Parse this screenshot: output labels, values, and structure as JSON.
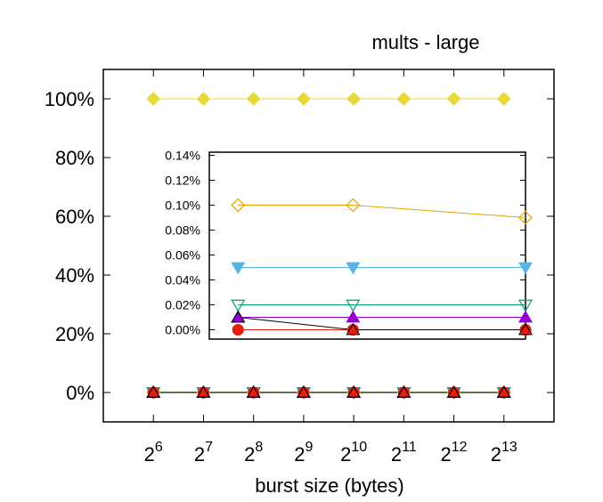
{
  "chart_data": [
    {
      "type": "line",
      "title": "mults - large",
      "xlabel": "burst size (bytes)",
      "ylabel": "",
      "x_scale": "log2",
      "x_tick_labels": [
        {
          "base": "2",
          "exp": "6"
        },
        {
          "base": "2",
          "exp": "7"
        },
        {
          "base": "2",
          "exp": "8"
        },
        {
          "base": "2",
          "exp": "9"
        },
        {
          "base": "2",
          "exp": "10"
        },
        {
          "base": "2",
          "exp": "11"
        },
        {
          "base": "2",
          "exp": "12"
        },
        {
          "base": "2",
          "exp": "13"
        }
      ],
      "x": [
        64,
        128,
        256,
        512,
        1024,
        2048,
        4096,
        8192
      ],
      "xlim": [
        32,
        16384
      ],
      "ylim": [
        -10,
        110
      ],
      "y_ticks": [
        0,
        20,
        40,
        60,
        80,
        100
      ],
      "y_tick_labels": [
        "0%",
        "20%",
        "40%",
        "60%",
        "80%",
        "100%"
      ],
      "grid": false,
      "legend": "none",
      "series": [
        {
          "color": "#e8d83a",
          "marker": "diamond-filled",
          "values": [
            100,
            100,
            100,
            100,
            100,
            100,
            100,
            100
          ]
        },
        {
          "color": "#e69f00",
          "marker": "diamond-open",
          "values": [
            0.1,
            0.1,
            0.1,
            0.1,
            0.1,
            0.1,
            0.1,
            0.09
          ]
        },
        {
          "color": "#56b4e9",
          "marker": "triangle-down-filled",
          "values": [
            0.05,
            0.05,
            0.05,
            0.05,
            0.05,
            0.05,
            0.05,
            0.05
          ]
        },
        {
          "color": "#009e73",
          "marker": "triangle-down-open",
          "values": [
            0.02,
            0.02,
            0.02,
            0.02,
            0.02,
            0.02,
            0.02,
            0.02
          ]
        },
        {
          "color": "#9400d3",
          "marker": "triangle-up-filled",
          "values": [
            0.01,
            0.01,
            0.01,
            0.01,
            0.01,
            0.01,
            0.01,
            0.01
          ]
        },
        {
          "color": "#e51e10",
          "marker": "circle-filled",
          "values": [
            0,
            0,
            0,
            0,
            0,
            0,
            0,
            0
          ]
        },
        {
          "color": "#000000",
          "marker": "triangle-up-open",
          "values": [
            0.01,
            0.005,
            0,
            0,
            0,
            0,
            0,
            0
          ]
        }
      ]
    },
    {
      "type": "line",
      "inset": true,
      "title": "",
      "xlabel": "",
      "ylabel": "",
      "x_scale": "log2",
      "x_tick_labels": [],
      "x": [
        256,
        1024,
        8192
      ],
      "xlim": [
        181,
        8192
      ],
      "ylim": [
        -0.0075,
        0.1425
      ],
      "y_ticks": [
        0,
        0.02,
        0.04,
        0.06,
        0.08,
        0.1,
        0.12,
        0.14
      ],
      "y_tick_labels": [
        "0.00%",
        "0.02%",
        "0.04%",
        "0.06%",
        "0.08%",
        "0.10%",
        "0.12%",
        "0.14%"
      ],
      "grid": false,
      "legend": "none",
      "series": [
        {
          "color": "#e69f00",
          "marker": "diamond-open",
          "values": [
            0.1,
            0.1,
            0.09
          ]
        },
        {
          "color": "#56b4e9",
          "marker": "triangle-down-filled",
          "values": [
            0.05,
            0.05,
            0.05
          ]
        },
        {
          "color": "#009e73",
          "marker": "triangle-down-open",
          "values": [
            0.02,
            0.02,
            0.02
          ]
        },
        {
          "color": "#9400d3",
          "marker": "triangle-up-filled",
          "values": [
            0.01,
            0.01,
            0.01
          ]
        },
        {
          "color": "#e51e10",
          "marker": "circle-filled",
          "values": [
            0,
            0,
            0
          ]
        },
        {
          "color": "#000000",
          "marker": "triangle-up-open",
          "values": [
            0.01,
            0,
            0
          ]
        }
      ]
    }
  ]
}
